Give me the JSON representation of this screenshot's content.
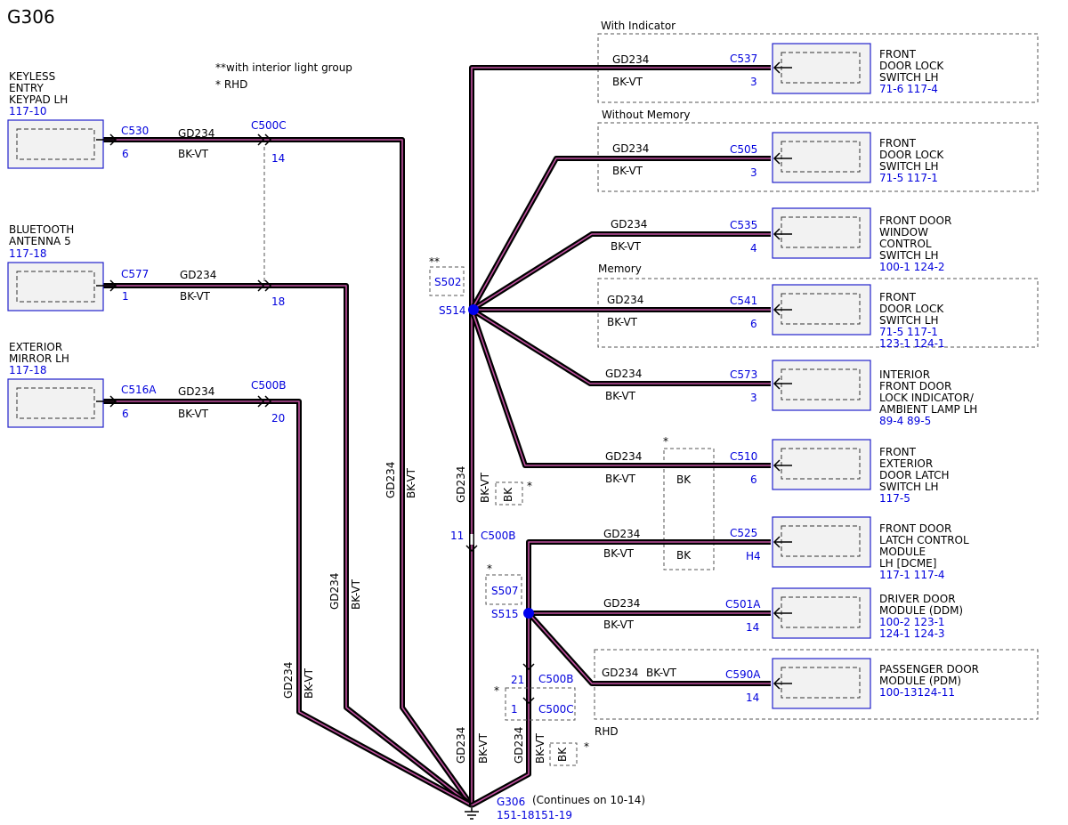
{
  "title": "G306",
  "notes": [
    "**with interior light group",
    "* RHD"
  ],
  "wire": {
    "circuit": "GD234",
    "color": "BK-VT"
  },
  "left_components": [
    {
      "lines": [
        "KEYLESS",
        "ENTRY",
        "KEYPAD LH"
      ],
      "ref": "117-10",
      "connector": "C530",
      "pin": "6",
      "inline": "C500C",
      "inline_pin": "14"
    },
    {
      "lines": [
        "BLUETOOTH",
        "ANTENNA 5"
      ],
      "ref": "117-18",
      "connector": "C577",
      "pin": "1",
      "inline": "",
      "inline_pin": "18"
    },
    {
      "lines": [
        "EXTERIOR",
        "MIRROR LH"
      ],
      "ref": "117-18",
      "connector": "C516A",
      "pin": "6",
      "inline": "C500B",
      "inline_pin": "20"
    }
  ],
  "right_components": [
    {
      "group": "With Indicator",
      "lines": [
        "FRONT",
        "DOOR LOCK",
        "SWITCH LH"
      ],
      "refs": [
        "71-6  117-4"
      ],
      "connector": "C537",
      "pin": "3"
    },
    {
      "group": "Without Memory",
      "lines": [
        "FRONT",
        "DOOR LOCK",
        "SWITCH LH"
      ],
      "refs": [
        "71-5  117-1"
      ],
      "connector": "C505",
      "pin": "3"
    },
    {
      "group": "",
      "lines": [
        "FRONT DOOR",
        "WINDOW",
        "CONTROL",
        "SWITCH LH"
      ],
      "refs": [
        "100-1 124-2"
      ],
      "connector": "C535",
      "pin": "4"
    },
    {
      "group": "Memory",
      "lines": [
        "FRONT",
        "DOOR LOCK",
        "SWITCH LH"
      ],
      "refs": [
        "71-5  117-1",
        "123-1 124-1"
      ],
      "connector": "C541",
      "pin": "6"
    },
    {
      "group": "",
      "lines": [
        "INTERIOR",
        "FRONT DOOR",
        "LOCK INDICATOR/",
        "AMBIENT LAMP LH"
      ],
      "refs": [
        "89-4  89-5"
      ],
      "connector": "C573",
      "pin": "3"
    },
    {
      "group": "",
      "lines": [
        "FRONT",
        "EXTERIOR",
        "DOOR LATCH",
        "SWITCH LH"
      ],
      "refs": [
        "117-5"
      ],
      "connector": "C510",
      "pin": "6"
    },
    {
      "group": "",
      "lines": [
        "FRONT DOOR",
        "LATCH CONTROL",
        "MODULE",
        "LH [DCME]"
      ],
      "refs": [
        "117-1 117-4"
      ],
      "connector": "C525",
      "pin": "H4"
    },
    {
      "group": "",
      "lines": [
        "DRIVER DOOR",
        "MODULE (DDM)"
      ],
      "refs": [
        "100-2 123-1",
        "124-1 124-3"
      ],
      "connector": "C501A",
      "pin": "14"
    },
    {
      "group": "RHD",
      "lines": [
        "PASSENGER DOOR",
        "MODULE (PDM)"
      ],
      "refs": [
        "100-13124-11"
      ],
      "connector": "C590A",
      "pin": "14"
    }
  ],
  "splices": {
    "s514": "S514",
    "s502": "S502",
    "s515": "S515",
    "s507": "S507"
  },
  "marks": {
    "double_star": "**",
    "star": "*"
  },
  "bk": "BK",
  "inline_mid": {
    "c500b": "C500B",
    "pin11": "11",
    "pin21": "21",
    "c500c": "C500C",
    "pin1": "1"
  },
  "ground": {
    "name": "G306",
    "note": "(Continues on 10-14)",
    "refs": "151-18151-19"
  }
}
